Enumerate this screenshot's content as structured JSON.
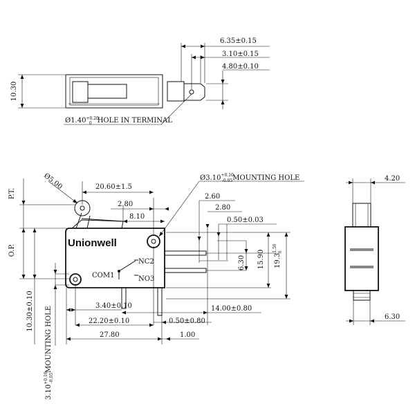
{
  "drawing": {
    "brand": "Unionwell",
    "terminals": {
      "nc": "NC2",
      "no": "NO3",
      "com": "COM1"
    },
    "top_view": {
      "height_label": "10.30",
      "dim_6_35": "6.35±0.15",
      "dim_3_10": "3.10±0.15",
      "dim_4_80": "4.80±0.10",
      "hole_note_prefix": "Ø1.40",
      "hole_note_sup": "+0.20",
      "hole_note_sub": "0",
      "hole_note_suffix": "HOLE IN TERMINAL"
    },
    "front_view": {
      "roller_dia": "Ø5.00",
      "pt": "P.T.",
      "op": "O.P.",
      "dim_20_60": "20.60±1.5",
      "dim_2_80a": "2.80",
      "dim_8_10": "8.10",
      "mount_hole_prefix": "Ø3.10",
      "mount_hole_sup": "+0.10",
      "mount_hole_sub": "-0.05",
      "mount_hole_suffix": "MOUNTING HOLE",
      "dim_2_60": "2.60",
      "dim_2_80b": "2.80",
      "dim_0_50": "0.50±0.03",
      "dim_6_30": "6.30",
      "dim_15_90": "15.90",
      "dim_19_3": "19.3",
      "dim_19_3_sup": "1.50",
      "dim_19_3_sub": "0",
      "dim_3_40": "3.40±0.10",
      "dim_14_00": "14.00±0.80",
      "dim_22_20": "22.20±0.10",
      "dim_0_50b": "0.50±0.80",
      "dim_27_80": "27.80",
      "dim_1_00": "1.00",
      "dim_10_30": "10.30±0.10",
      "left_hole_prefix": "3.10",
      "left_hole_sup": "+0.10",
      "left_hole_sub": "-0.05",
      "left_hole_suffix": "MOUNTING HOLE"
    },
    "side_view": {
      "dim_4_20": "4.20",
      "dim_6_30": "6.30"
    }
  }
}
